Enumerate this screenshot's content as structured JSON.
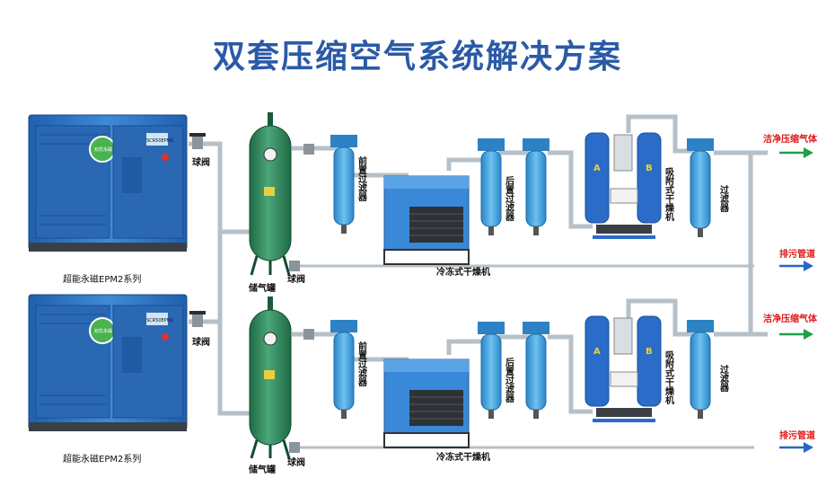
{
  "title": "双套压缩空气系统解决方案",
  "compressor": {
    "model_label": "超能永磁EPM2系列",
    "panel_label": "SCR50EPM2",
    "badge": "双优永磁"
  },
  "tank": {
    "label": "储气罐"
  },
  "ball_valve": {
    "label": "球阀"
  },
  "pre_filter": {
    "label": "前置过滤器"
  },
  "post_filter": {
    "label": "后置过滤器"
  },
  "ref_dryer": {
    "label": "冷冻式干燥机"
  },
  "ads_dryer": {
    "label": "吸附式干燥机",
    "tower_a": "A",
    "tower_b": "B"
  },
  "final_filter": {
    "label": "过滤器"
  },
  "outputs": {
    "clean_air": "洁净压缩气体",
    "drain": "排污管道"
  },
  "colors": {
    "title": "#2a5aa6",
    "compressor": "#2f72c0",
    "tank": "#2f8a5a",
    "filter": "#3ea0de",
    "dryer_blue": "#2a6cc8",
    "pipe": "#b7c1c9",
    "red_text": "#e01818",
    "green_arrow": "#1fa048",
    "blue_arrow": "#2a66c4"
  }
}
